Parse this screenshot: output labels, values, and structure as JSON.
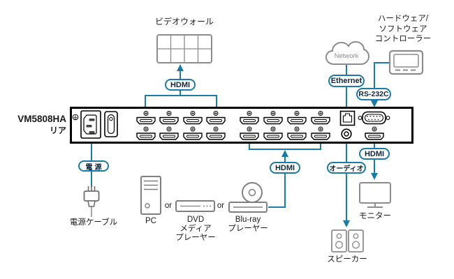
{
  "device": {
    "model": "VM5808HA",
    "view": "リア"
  },
  "nodes": {
    "video_wall": "ビデオウォール",
    "controller": "ハードウェア/\nソフトウェア\nコントローラー",
    "network_cloud": "Network",
    "power_cable": "電源ケーブル",
    "pc": "PC",
    "or_left": "or",
    "dvd_player": "DVD\nメディア\nプレーヤー",
    "or_right": "or",
    "bluray_player": "Blu-ray\nプレーヤー",
    "monitor": "モニター",
    "speakers": "スピーカー"
  },
  "connections": {
    "hdmi_video_wall": "HDMI",
    "ethernet": "Ethernet",
    "rs232c": "RS-232C",
    "power": "電源",
    "hdmi_sources": "HDMI",
    "audio": "オーディオ",
    "hdmi_monitor": "HDMI"
  },
  "colors": {
    "connector_blue": "#1b7aa6",
    "badge_text": "#0e2638",
    "icon_gray": "#8c8c8c",
    "panel_black": "#000000"
  }
}
